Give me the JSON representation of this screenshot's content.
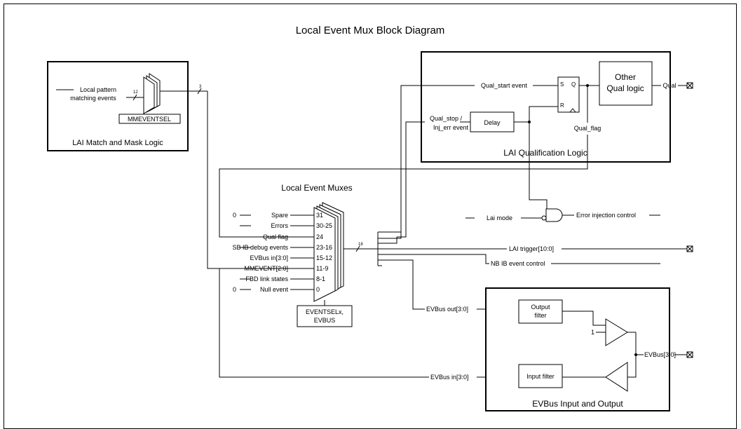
{
  "title": "Local Event Mux Block Diagram",
  "lai_match": {
    "box_label": "LAI Match and Mask Logic",
    "input_label_1": "Local pattern",
    "input_label_2": "matching events",
    "bus_width_in": "12",
    "bus_width_out": "3",
    "select_label": "MMEVENTSEL"
  },
  "qualification": {
    "box_label": "LAI Qualification Logic",
    "qual_start": "Qual_start event",
    "qual_stop_1": "Qual_stop /",
    "qual_stop_2": "Inj_err event",
    "delay": "Delay",
    "ff_s": "S",
    "ff_q": "Q",
    "ff_r": "R",
    "other_1": "Other",
    "other_2": "Qual logic",
    "qual_out": "Qual",
    "qual_flag": "Qual_flag"
  },
  "muxes": {
    "title": "Local Event Muxes",
    "inputs": [
      {
        "source": "0",
        "name": "Spare",
        "bits": "31"
      },
      {
        "source": "",
        "name": "Errors",
        "bits": "30-25"
      },
      {
        "source": "",
        "name": "Qual flag",
        "bits": "24"
      },
      {
        "source": "",
        "name": "SB IB debug events",
        "bits": "23-16"
      },
      {
        "source": "",
        "name": "EVBus in[3:0]",
        "bits": "15-12"
      },
      {
        "source": "",
        "name": "MMEVENT[2:0]",
        "bits": "11-9"
      },
      {
        "source": "",
        "name": "FBD link states",
        "bits": "8-1"
      },
      {
        "source": "0",
        "name": "Null event",
        "bits": "0"
      }
    ],
    "select_1": "EVENTSELx,",
    "select_2": "EVBUS",
    "bus_width_out": "18"
  },
  "outputs": {
    "lai_mode": "Lai mode",
    "error_injection": "Error injection control",
    "lai_trigger": "LAI trigger[10:0]",
    "nb_ib": "NB IB event control",
    "evbus_out": "EVBus out[3:0]",
    "evbus_out_width": "4",
    "evbus_in": "EVBus in[3:0]",
    "evbus_in_width": "4"
  },
  "evbus": {
    "box_label": "EVBus Input and Output",
    "output_filter_1": "Output",
    "output_filter_2": "filter",
    "input_filter": "Input filter",
    "enable": "1",
    "pin": "EVBus[3:0]"
  }
}
